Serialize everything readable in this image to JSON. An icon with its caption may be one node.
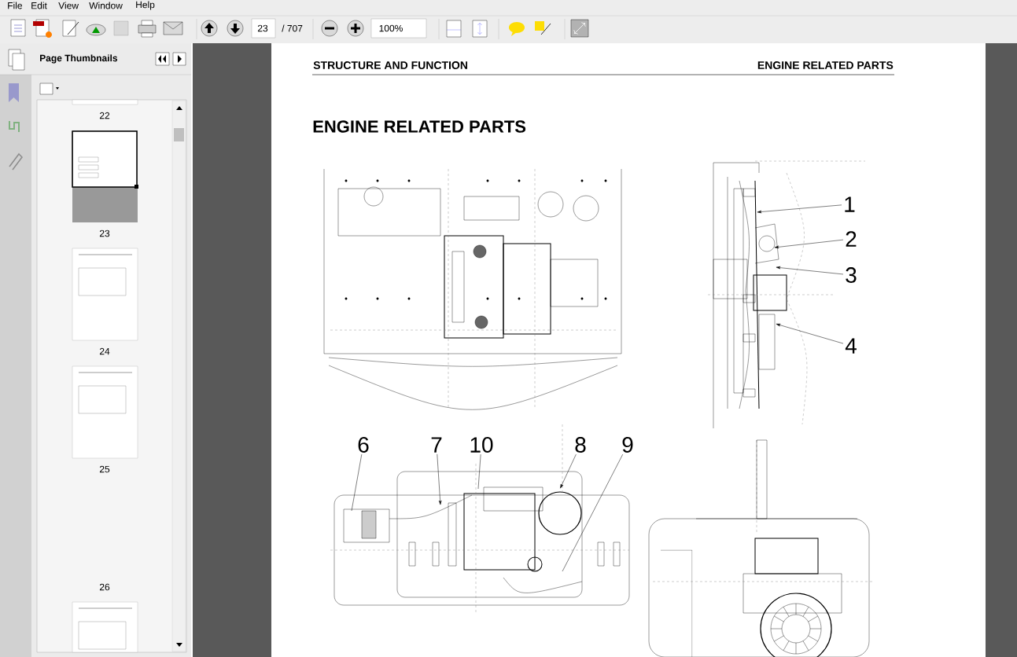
{
  "diagram": {
    "title": "ENGINE RELATED PARTS",
    "nodes": [
      {
        "text": [
          "1"
        ]
      },
      {
        "text": [
          "2"
        ]
      },
      {
        "text": [
          "3"
        ]
      },
      {
        "text": [
          "4"
        ]
      },
      {
        "text": [
          "6"
        ]
      },
      {
        "text": [
          "7"
        ]
      },
      {
        "text": [
          "10"
        ]
      },
      {
        "text": [
          "8"
        ]
      },
      {
        "text": [
          "9"
        ]
      }
    ],
    "edges": [
      {
        "from": 0,
        "to": null,
        "arrow": "to"
      },
      {
        "from": 1,
        "to": null,
        "arrow": "to"
      },
      {
        "from": 2,
        "to": null,
        "arrow": "to"
      },
      {
        "from": 3,
        "to": null,
        "arrow": "to"
      },
      {
        "from": 4,
        "to": null,
        "arrow": "none"
      },
      {
        "from": 5,
        "to": null,
        "arrow": "to"
      },
      {
        "from": 6,
        "to": null,
        "arrow": "none"
      },
      {
        "from": 7,
        "to": null,
        "arrow": "to"
      },
      {
        "from": 8,
        "to": null,
        "arrow": "none"
      }
    ],
    "labels": [
      "File",
      "Edit",
      "View",
      "Window",
      "Help",
      "23",
      "/ 707",
      "100%",
      "Page Thumbnails",
      "22",
      "23",
      "24",
      "25",
      "26",
      "STRUCTURE AND FUNCTION",
      "ENGINE RELATED PARTS"
    ]
  }
}
